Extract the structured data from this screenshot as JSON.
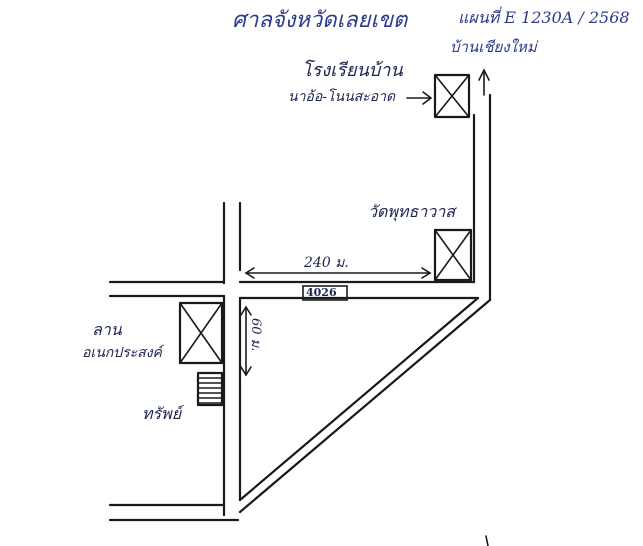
{
  "header": {
    "title": "ศาลจังหวัดเลยเขต",
    "map_code": "แผนที่ E 1230A / 2568"
  },
  "landmarks": {
    "school_line1": "โรงเรียนบ้าน",
    "school_line2": "นาอ้อ-โนนสะอาด",
    "village": "บ้านเชียงใหม่",
    "temple": "วัดพุทธาวาส",
    "plaza_line1": "ลาน",
    "plaza_line2": "อเนกประสงค์",
    "shop": "ทรัพย์"
  },
  "measurements": {
    "distance_top": "240 ม.",
    "road_id": "4026",
    "distance_side": "60 ม."
  },
  "colors": {
    "ink": "#1a1a1a",
    "label_blue": "#2c3a8c",
    "label_dark": "#1e2452"
  }
}
